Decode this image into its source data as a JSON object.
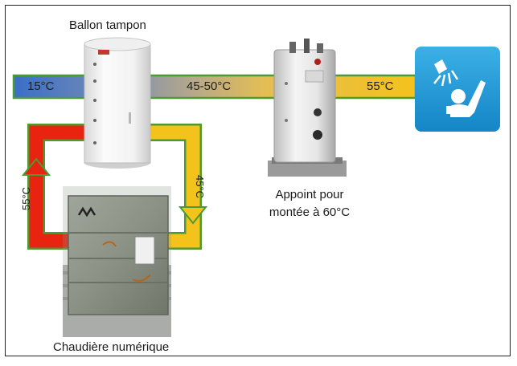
{
  "diagram": {
    "labels": {
      "tank": "Ballon tampon",
      "booster": "Appoint pour montée à 60°C",
      "boiler": "Chaudière numérique"
    },
    "temperatures": {
      "inlet": "15°C",
      "mid_pipe": "45-50°C",
      "outlet": "55°C",
      "hot_return": "55°C",
      "cold_return": "45°C"
    },
    "colors": {
      "cold": "#3a73c6",
      "warm": "#f2c11a",
      "hot": "#e02010",
      "pipe_border": "#4b9a32",
      "shower_tile": "#1f97d4"
    },
    "icons": [
      "shower-icon",
      "person-icon"
    ]
  }
}
